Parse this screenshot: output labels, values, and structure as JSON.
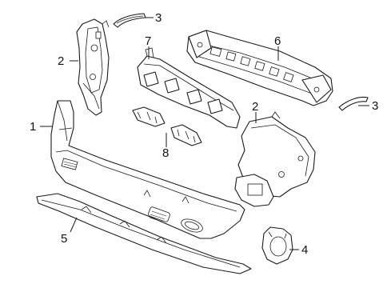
{
  "callouts": {
    "bumper_cover": "1",
    "bracket_left": "2",
    "bracket_right": "2",
    "molding_upper": "3",
    "molding_right": "3",
    "fog_lamp_bezel": "4",
    "skid_plate": "5",
    "reinforcement_bar": "6",
    "absorber": "7",
    "retainer": "8"
  }
}
